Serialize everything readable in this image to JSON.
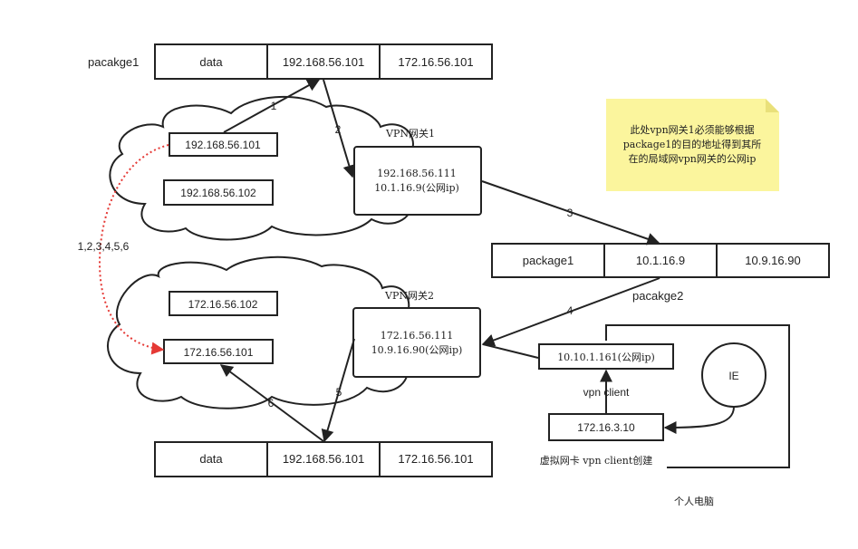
{
  "package1_label": "pacakge1",
  "package1_cells": [
    "data",
    "192.168.56.101",
    "172.16.56.101"
  ],
  "lan1": {
    "host_a": "192.168.56.101",
    "host_b": "192.168.56.102"
  },
  "gw1": {
    "title": "VPN网关1",
    "line1": "192.168.56.111",
    "line2": "10.1.16.9(公网ip)"
  },
  "note": {
    "line1": "此处vpn网关1必须能够根据",
    "line2": "package1的目的地址得到其所",
    "line3": "在的局域网vpn网关的公网ip"
  },
  "mid_packet_cells": [
    "package1",
    "10.1.16.9",
    "10.9.16.90"
  ],
  "package2_label": "pacakge2",
  "lan2": {
    "host_a": "172.16.56.102",
    "host_b": "172.16.56.101"
  },
  "gw2": {
    "title": "VPN网关2",
    "line1": "172.16.56.111",
    "line2": "10.9.16.90(公网ip)"
  },
  "bottom_cells": [
    "data",
    "192.168.56.101",
    "172.16.56.101"
  ],
  "pc": {
    "public_ip": "10.10.1.161(公网ip)",
    "vpn_client": "vpn client",
    "virtual_ip": "172.16.3.10",
    "ie": "IE",
    "virtual_nic": "虚拟网卡 vpn client创建",
    "title": "个人电脑"
  },
  "steps": {
    "s1": "1",
    "s2": "2",
    "s3": "3",
    "s4": "4",
    "s5": "5",
    "s6": "6",
    "path": "1,2,3,4,5,6"
  },
  "colors": {
    "dotted": "#e53935",
    "note_bg": "#fbf59d",
    "stroke": "#222222"
  }
}
